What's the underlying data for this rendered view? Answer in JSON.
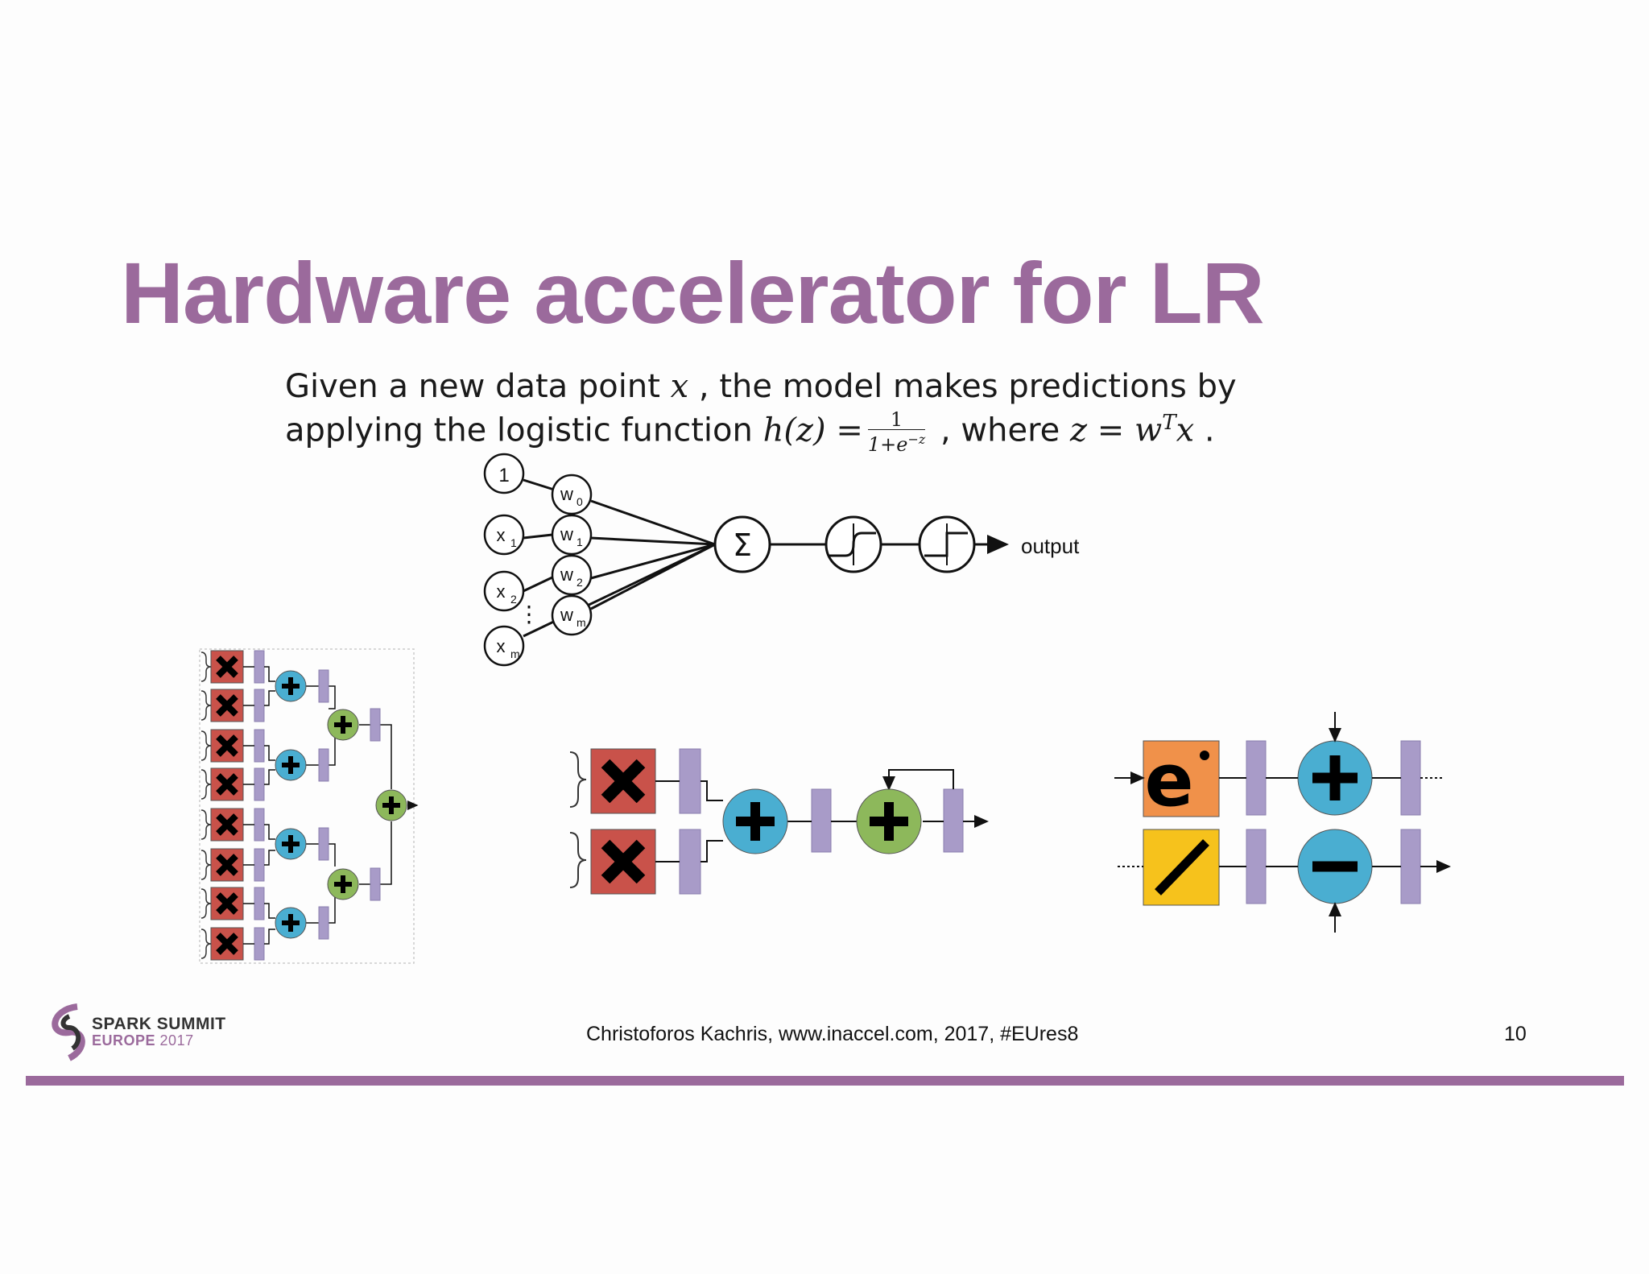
{
  "slide": {
    "title": "Hardware accelerator for LR",
    "desc_line1_a": "Given a new data point ",
    "desc_var_x": "x",
    "desc_line1_b": " , the model makes predictions by",
    "desc_line2_a": "applying the logistic function ",
    "desc_hz": "h(z) =",
    "desc_frac_num": "1",
    "desc_frac_den": "1+e",
    "desc_frac_den_exp": "−z",
    "desc_line2_b": " , where ",
    "desc_z_eq": "z = w",
    "desc_T": "T",
    "desc_x_end": "x",
    "desc_period": " ."
  },
  "perceptron": {
    "inputs": [
      "1",
      "x",
      "x",
      "x"
    ],
    "input_subs": [
      "",
      "1",
      "2",
      "m"
    ],
    "weights": [
      "w",
      "w",
      "w",
      "w"
    ],
    "weight_subs": [
      "0",
      "1",
      "2",
      "m"
    ],
    "sum_symbol": "Σ",
    "output_label": "output",
    "dots": "⋮"
  },
  "operators": {
    "exp_label": "e",
    "divide_label": "/"
  },
  "footer": {
    "credit": "Christoforos Kachris, www.inaccel.com, 2017, #EUres8",
    "page_number": "10",
    "logo_line1": "SPARK SUMMIT",
    "logo_line2": "EUROPE",
    "logo_year": "2017"
  },
  "colors": {
    "accent": "#9b6a9c",
    "multiplier": "#c9524a",
    "adder_blue": "#4aaed1",
    "adder_green": "#8db85b",
    "register": "#a89bc8",
    "exp_box": "#f0914a",
    "div_box": "#f6c21c"
  }
}
